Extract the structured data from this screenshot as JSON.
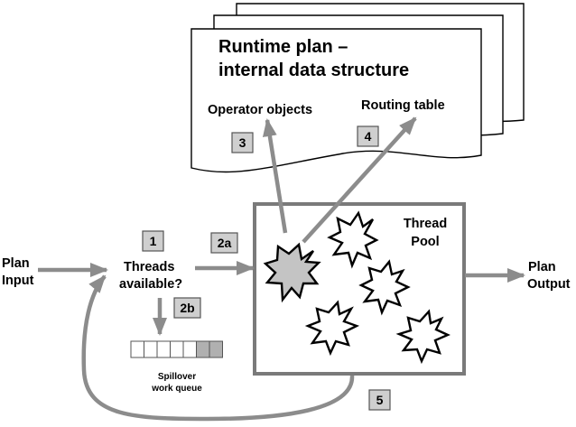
{
  "plan_title_line1": "Runtime plan –",
  "plan_title_line2": "internal data structure",
  "operator_objects": "Operator objects",
  "routing_table": "Routing table",
  "thread_pool_line1": "Thread",
  "thread_pool_line2": "Pool",
  "plan_input_line1": "Plan",
  "plan_input_line2": "Input",
  "plan_output_line1": "Plan",
  "plan_output_line2": "Output",
  "threads_line1": "Threads",
  "threads_line2": "available?",
  "spillover_line1": "Spillover",
  "spillover_line2": "work queue",
  "steps": {
    "s1": "1",
    "s2a": "2a",
    "s2b": "2b",
    "s3": "3",
    "s4": "4",
    "s5": "5"
  },
  "colors": {
    "arrow": "#8c8c8c",
    "step_fill": "#cfcfcf",
    "pool_border": "#7a7a7a",
    "queue_filled": "#b0b0b0"
  }
}
